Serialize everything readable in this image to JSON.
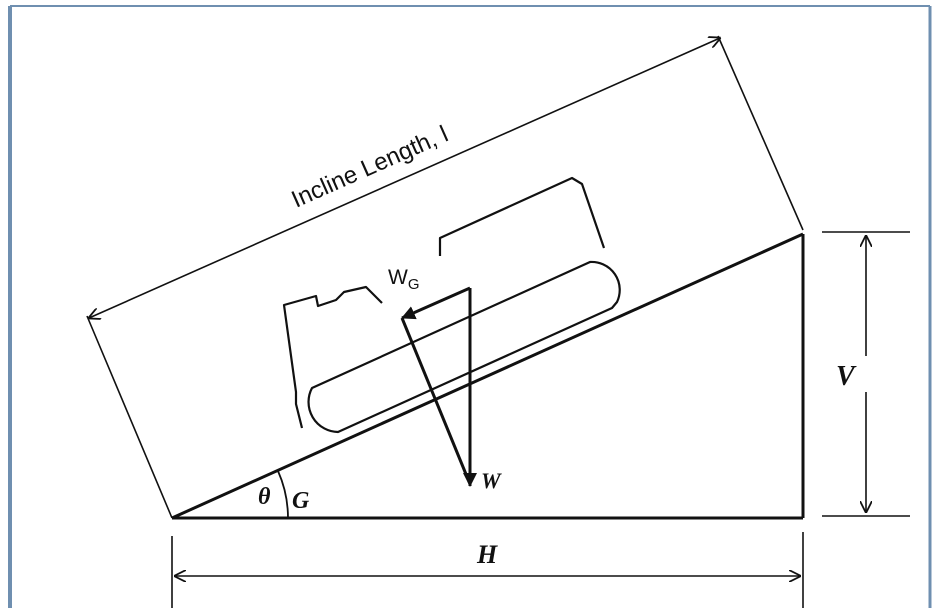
{
  "diagram": {
    "incline_label": "Incline Length, l",
    "height_label": "V",
    "base_label": "H",
    "angle_label": "θ",
    "grade_label": "G",
    "weight_label": "W",
    "weight_component_label": "W",
    "weight_component_subscript": "G"
  },
  "colors": {
    "border": "#6f8fb0",
    "line": "#111111"
  }
}
